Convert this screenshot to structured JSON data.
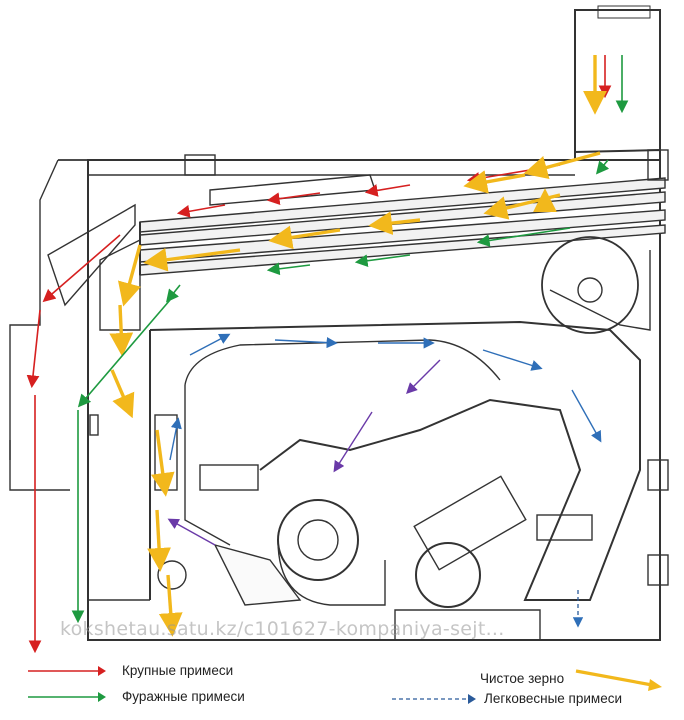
{
  "legend": {
    "coarse": {
      "label": "Крупные примеси",
      "color": "#d62020"
    },
    "clean": {
      "label": "Чистое зерно",
      "color": "#f2b81c"
    },
    "fodder": {
      "label": "Фуражные примеси",
      "color": "#1e9a40"
    },
    "light": {
      "label": "Легковесные примеси",
      "color": "#2a5a9a"
    }
  },
  "flow_colors": {
    "air": "#2f6fb8",
    "air_return": "#6a3aa8"
  },
  "watermark": "kokshetau.satu.kz/c101627-kompaniya-sejt..."
}
